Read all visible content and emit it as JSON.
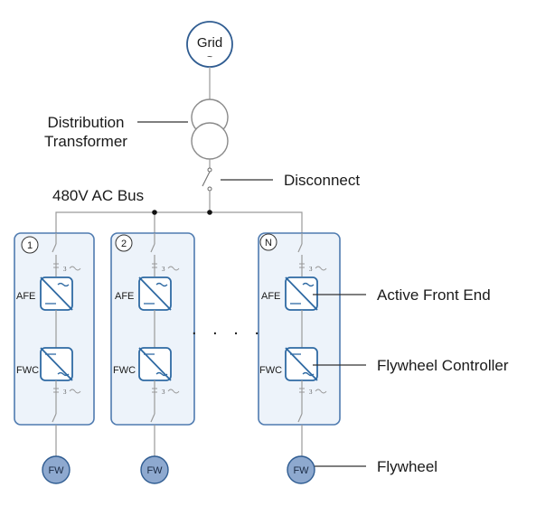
{
  "grid": {
    "label": "Grid",
    "symbol": "~"
  },
  "labels": {
    "distribution_transformer_line1": "Distribution",
    "distribution_transformer_line2": "Transformer",
    "disconnect": "Disconnect",
    "bus": "480V AC Bus",
    "active_front_end": "Active Front End",
    "flywheel_controller": "Flywheel Controller",
    "flywheel": "Flywheel",
    "ellipsis": ". . . ."
  },
  "modules": [
    {
      "badge": "1",
      "afe": "AFE",
      "fwc": "FWC",
      "fw": "FW",
      "phase_mark": "3"
    },
    {
      "badge": "2",
      "afe": "AFE",
      "fwc": "FWC",
      "fw": "FW",
      "phase_mark": "3"
    },
    {
      "badge": "N",
      "afe": "AFE",
      "fwc": "FWC",
      "fw": "FW",
      "phase_mark": "3"
    }
  ]
}
